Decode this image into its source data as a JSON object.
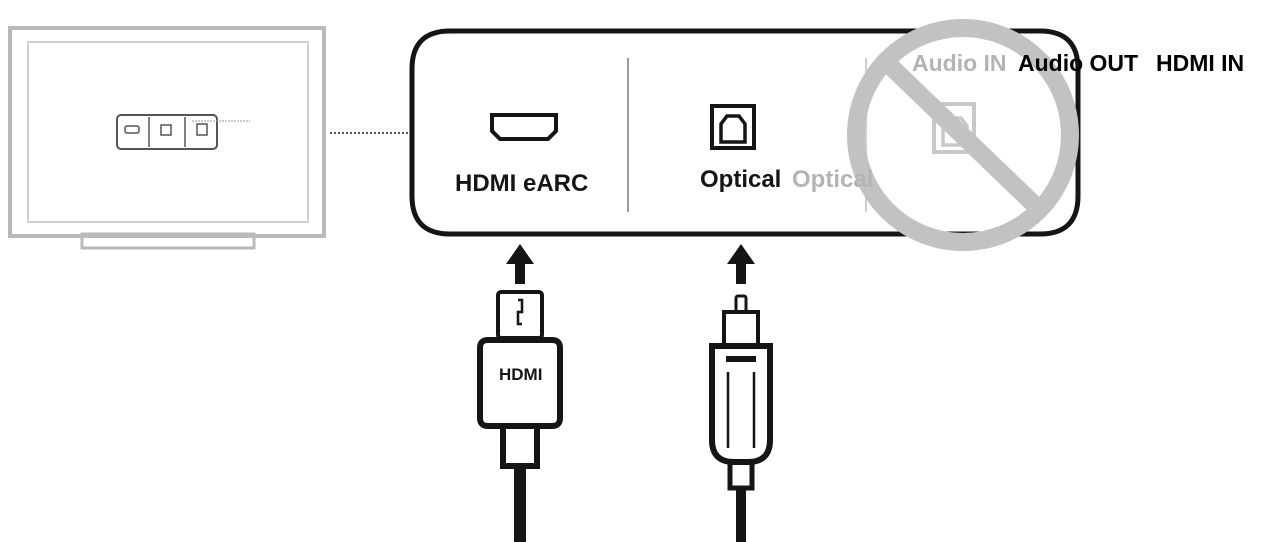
{
  "labels": {
    "hdmi_earc": "HDMI eARC",
    "optical_active": "Optical",
    "optical_inactive": "Optical",
    "audio_in": "Audio IN",
    "audio_out": "Audio OUT",
    "hdmi_in": "HDMI IN",
    "hdmi_plug": "HDMI"
  },
  "colors": {
    "ink": "#151515",
    "muted": "#b4b4b4",
    "prohibited": "#c2c2c2"
  },
  "icons": {
    "tv": "television-icon",
    "hdmi_port": "hdmi-port-icon",
    "optical_port": "optical-port-icon",
    "prohibited": "prohibited-icon",
    "arrow": "arrow-up-icon",
    "hdmi_plug": "hdmi-plug-icon",
    "optical_plug": "optical-plug-icon"
  }
}
